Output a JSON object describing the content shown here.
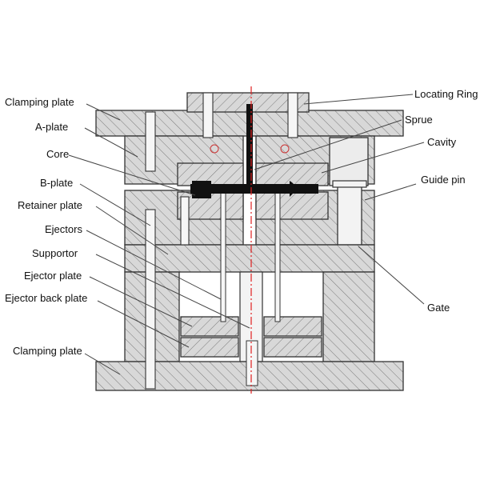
{
  "labels": {
    "left": {
      "clamping_plate_top": "Clamping plate",
      "a_plate": "A-plate",
      "core": "Core",
      "b_plate": "B-plate",
      "retainer_plate": "Retainer plate",
      "ejectors": "Ejectors",
      "supportor": "Supportor",
      "ejector_plate": "Ejector plate",
      "ejector_back_plate": "Ejector back plate",
      "clamping_plate_bottom": "Clamping plate"
    },
    "right": {
      "locating_ring": "Locating Ring",
      "sprue": "Sprue",
      "cavity": "Cavity",
      "guide_pin": "Guide pin",
      "gate": "Gate"
    }
  },
  "colors": {
    "plate_fill": "#d8d8d8",
    "outline": "#333333",
    "hatch": "#7a7a7a",
    "part": "#111111",
    "centerline": "#e02020",
    "leader": "#444444"
  }
}
